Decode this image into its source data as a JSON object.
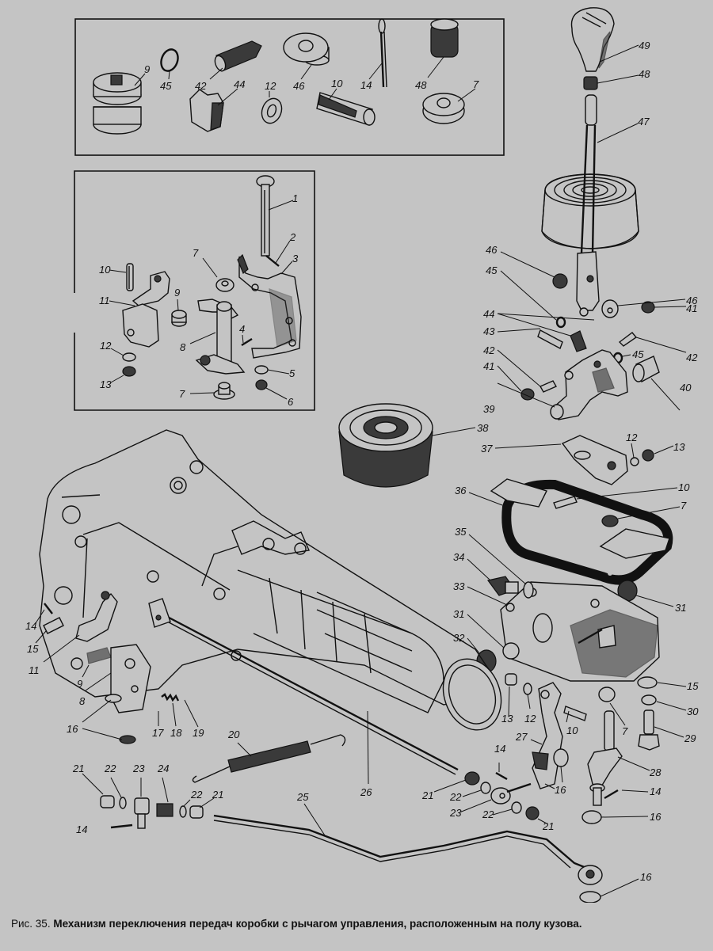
{
  "caption": {
    "figure_label": "Рис. 35.",
    "title": "Механизм переключения передач коробки с рычагом управления, расположенным на полу кузова."
  },
  "inset_parts_panel": {
    "callouts": [
      "9",
      "45",
      "42",
      "44",
      "12",
      "46",
      "10",
      "14",
      "48",
      "7"
    ]
  },
  "inset_bracket_panel": {
    "callouts": [
      "1",
      "2",
      "3",
      "7",
      "10",
      "11",
      "9",
      "4",
      "8",
      "12",
      "5",
      "13",
      "7",
      "6"
    ]
  },
  "lever_assembly": {
    "callouts": [
      "49",
      "48",
      "47",
      "46",
      "45",
      "46",
      "41",
      "44",
      "42",
      "43",
      "45",
      "42",
      "41",
      "40",
      "39",
      "38"
    ]
  },
  "cover_assembly": {
    "callouts": [
      "37",
      "12",
      "13",
      "36",
      "10",
      "7",
      "35",
      "34",
      "33",
      "31",
      "31",
      "32"
    ]
  },
  "gearbox_left": {
    "callouts": [
      "14",
      "15",
      "11",
      "9",
      "8",
      "16",
      "17",
      "18",
      "19"
    ]
  },
  "linkage_bottom": {
    "callouts": [
      "20",
      "26",
      "21",
      "22",
      "23",
      "24",
      "22",
      "21",
      "14",
      "25"
    ]
  },
  "linkage_right": {
    "callouts": [
      "13",
      "12",
      "10",
      "27",
      "14",
      "16",
      "21",
      "22",
      "23",
      "22",
      "21",
      "7",
      "15",
      "30",
      "29",
      "28",
      "14",
      "16",
      "16"
    ]
  }
}
